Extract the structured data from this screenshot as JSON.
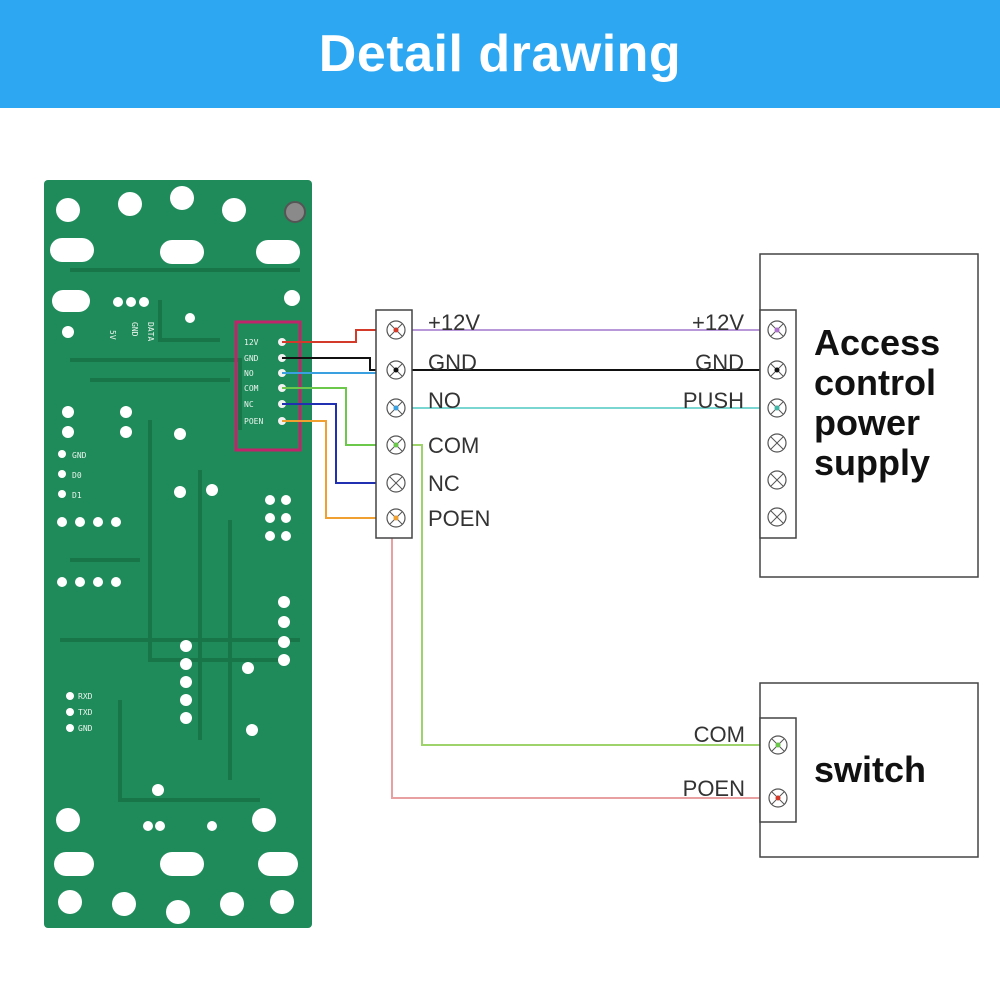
{
  "header": {
    "title": "Detail drawing"
  },
  "board": {
    "top_labels": [
      "5V",
      "GND",
      "DATA"
    ],
    "terminal_labels": [
      "12V",
      "GND",
      "NO",
      "COM",
      "NC",
      "POEN"
    ],
    "side_labels": [
      "GND",
      "D0",
      "D1"
    ],
    "uart_labels": [
      "RXD",
      "TXD",
      "GND"
    ]
  },
  "terminal_block": {
    "labels": [
      "+12V",
      "GND",
      "NO",
      "COM",
      "NC",
      "POEN"
    ]
  },
  "power_supply": {
    "title_lines": [
      "Access",
      "control",
      "power",
      "supply"
    ],
    "labels": [
      "+12V",
      "GND",
      "PUSH"
    ]
  },
  "switch_box": {
    "title": "switch",
    "labels": [
      "COM",
      "POEN"
    ]
  },
  "colors": {
    "header": "#2ea7f2",
    "pcb": "#1f8a5a",
    "wire_12v": "#d43a2a",
    "wire_gnd": "#111111",
    "wire_no": "#3aa0e0",
    "wire_com": "#6bc84a",
    "wire_nc": "#2030b0",
    "wire_poen": "#f0a030",
    "wire_push": "#7ad6d0",
    "wire_power_12v": "#b898d8",
    "wire_switch_poen": "#e8a0a0"
  }
}
